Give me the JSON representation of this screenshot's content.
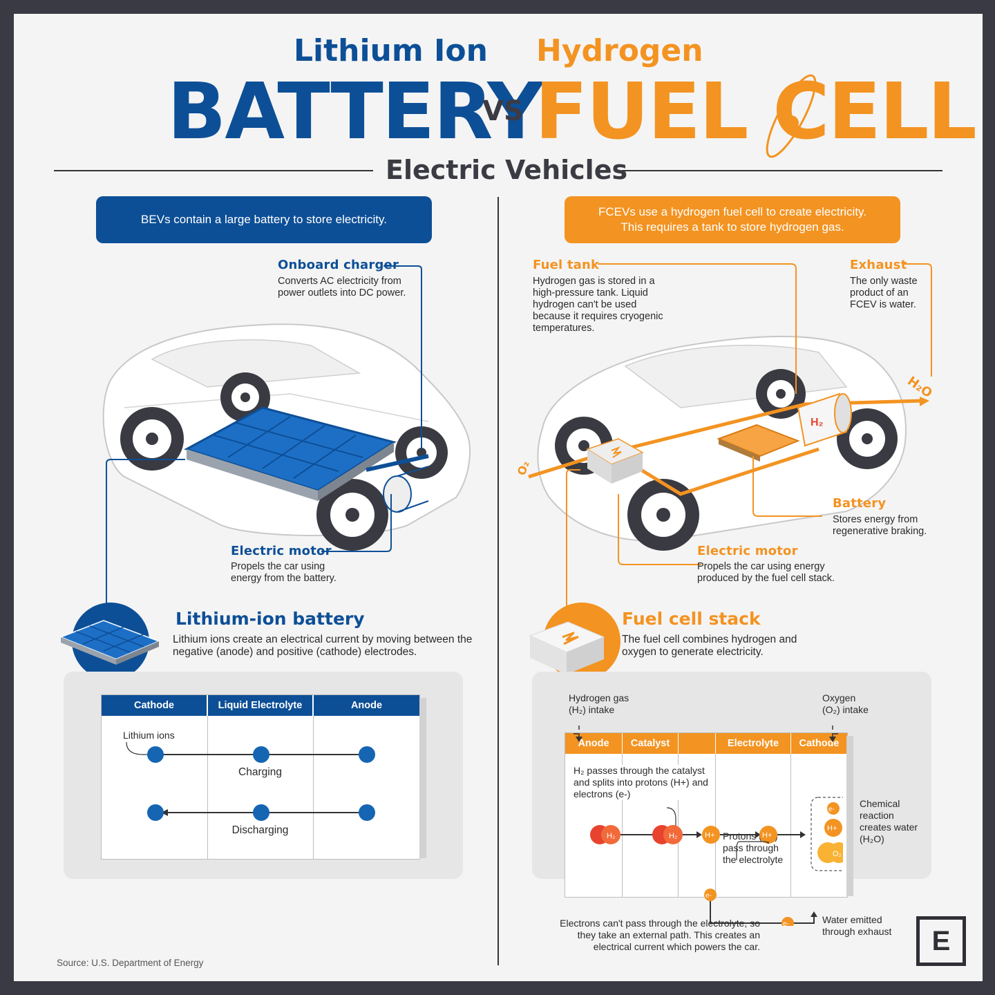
{
  "title": {
    "left_top": "Lithium Ion",
    "left_big": "BATTERY",
    "vs": "VS",
    "right_top": "Hydrogen",
    "right_big": "FUEL CELL",
    "subtitle": "Electric Vehicles"
  },
  "bev": {
    "pill": "BEVs contain a large battery to store electricity.",
    "onboard_charger": {
      "label": "Onboard charger",
      "desc": "Converts AC electricity from power outlets into DC power."
    },
    "electric_motor": {
      "label": "Electric motor",
      "desc": "Propels the car using energy from the battery."
    },
    "battery_section": {
      "title": "Lithium-ion battery",
      "desc": "Lithium ions create an electrical current by moving between the negative (anode) and positive (cathode) electrodes."
    },
    "table": {
      "headers": [
        "Cathode",
        "Liquid Electrolyte",
        "Anode"
      ],
      "lithium_ions": "Lithium ions",
      "charging": "Charging",
      "discharging": "Discharging"
    }
  },
  "fcev": {
    "pill_line1": "FCEVs use a hydrogen fuel cell to create electricity.",
    "pill_line2": "This requires a tank to store hydrogen gas.",
    "fuel_tank": {
      "label": "Fuel tank",
      "desc": "Hydrogen gas is stored in a high-pressure tank. Liquid hydrogen can't be used because it requires cryogenic temperatures."
    },
    "exhaust": {
      "label": "Exhaust",
      "desc": "The only waste product of an FCEV is water."
    },
    "battery": {
      "label": "Battery",
      "desc": "Stores energy from regenerative braking."
    },
    "electric_motor": {
      "label": "Electric motor",
      "desc": "Propels the car using energy produced by the fuel cell stack."
    },
    "stack_section": {
      "title": "Fuel cell stack",
      "desc": "The fuel cell combines hydrogen and oxygen to generate electricity."
    },
    "diagram": {
      "h2_intake_1": "Hydrogen gas",
      "h2_intake_2": "(H₂) intake",
      "o2_intake_1": "Oxygen",
      "o2_intake_2": "(O₂) intake",
      "headers": [
        "Anode",
        "Catalyst",
        "Electrolyte",
        "Cathode"
      ],
      "h2_note": "H₂ passes through the catalyst and splits into protons (H+) and electrons (e-)",
      "protons_note": "Protons (H+) pass through the electrolyte",
      "reaction_note": "Chemical reaction creates water (H₂O)",
      "electrons_note": "Electrons can't pass through the electrolyte, so they take an external path. This creates an electrical current which powers the car.",
      "water_note": "Water emitted through exhaust",
      "h2": "H₂",
      "hplus": "H+",
      "eminus": "e-",
      "o2": "O₂",
      "h2o_label": "H₂O",
      "o2_label": "O₂",
      "tank_label": "H₂"
    }
  },
  "source": "Source: U.S. Department of Energy",
  "logo": "E",
  "colors": {
    "blue": "#0d4f97",
    "orange": "#f39321",
    "dark": "#3b3b44",
    "red": "#e8432e"
  }
}
